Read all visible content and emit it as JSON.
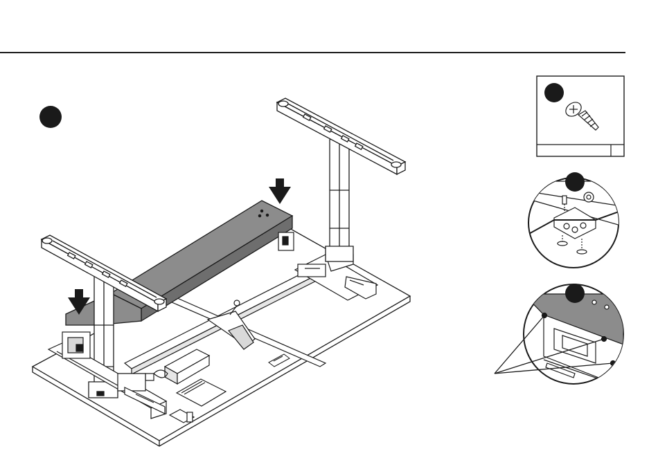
{
  "page": {
    "background": "#ffffff",
    "line_color": "#1a1a1a",
    "fill_gray": "#8c8c8c",
    "light_gray": "#d9d9d9"
  },
  "main_illustration": {
    "step_marker": "filled-circle",
    "arrows": [
      "down-arrow",
      "down-arrow"
    ],
    "parts": [
      "tabletop",
      "left-foot",
      "right-foot",
      "left-column",
      "right-column",
      "crossbar",
      "center-beam",
      "control-box",
      "manual-booklet",
      "controller",
      "cable-tray"
    ]
  },
  "parts_box": {
    "icon": "screw-icon",
    "badge": "filled-circle",
    "quantity_label": ""
  },
  "detail_views": [
    {
      "name": "cable-clip-detail",
      "badge": "filled-circle"
    },
    {
      "name": "screw-points-detail",
      "badge": "filled-circle"
    }
  ]
}
